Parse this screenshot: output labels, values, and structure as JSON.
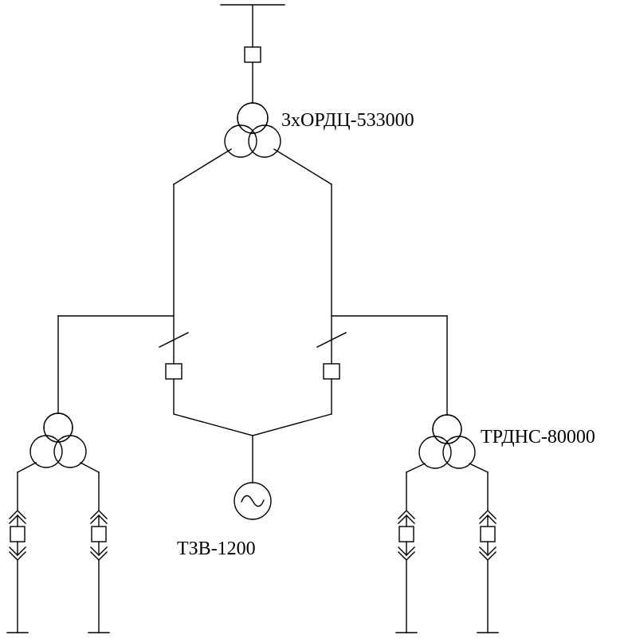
{
  "diagram": {
    "main_transformer_label": "3хОРДЦ-533000",
    "aux_transformer_label": "ТРДНС-80000",
    "generator_label": "ТЗВ-1200"
  },
  "colors": {
    "line": "#000000",
    "background": "#ffffff"
  }
}
